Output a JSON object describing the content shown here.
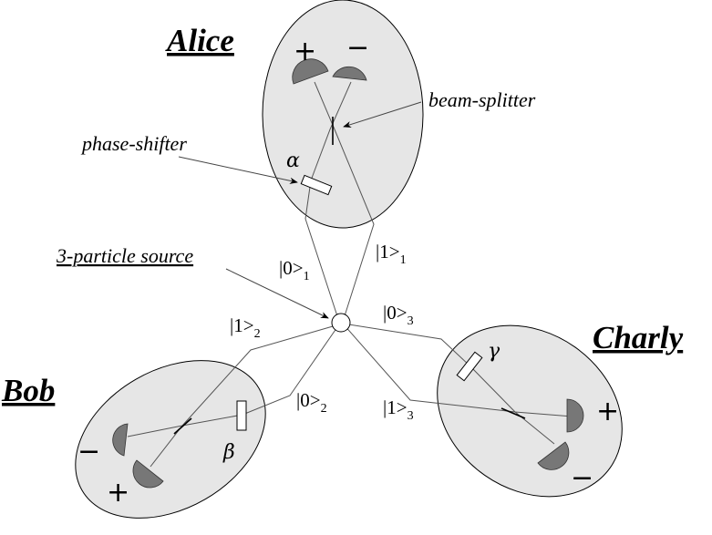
{
  "parties": {
    "alice": "Alice",
    "bob": "Bob",
    "charly": "Charly"
  },
  "labels": {
    "beam_splitter": "beam-splitter",
    "phase_shifter": "phase-shifter",
    "source": "3-particle source"
  },
  "phases": {
    "alpha": "α",
    "beta": "β",
    "gamma": "γ"
  },
  "kets": {
    "alice_0": {
      "text": "|0>",
      "sub": "1"
    },
    "alice_1": {
      "text": "|1>",
      "sub": "1"
    },
    "bob_1": {
      "text": "|1>",
      "sub": "2"
    },
    "bob_0": {
      "text": "|0>",
      "sub": "2"
    },
    "charly_0": {
      "text": "|0>",
      "sub": "3"
    },
    "charly_1": {
      "text": "|1>",
      "sub": "3"
    }
  },
  "signs": {
    "plus": "+",
    "minus": "−"
  }
}
